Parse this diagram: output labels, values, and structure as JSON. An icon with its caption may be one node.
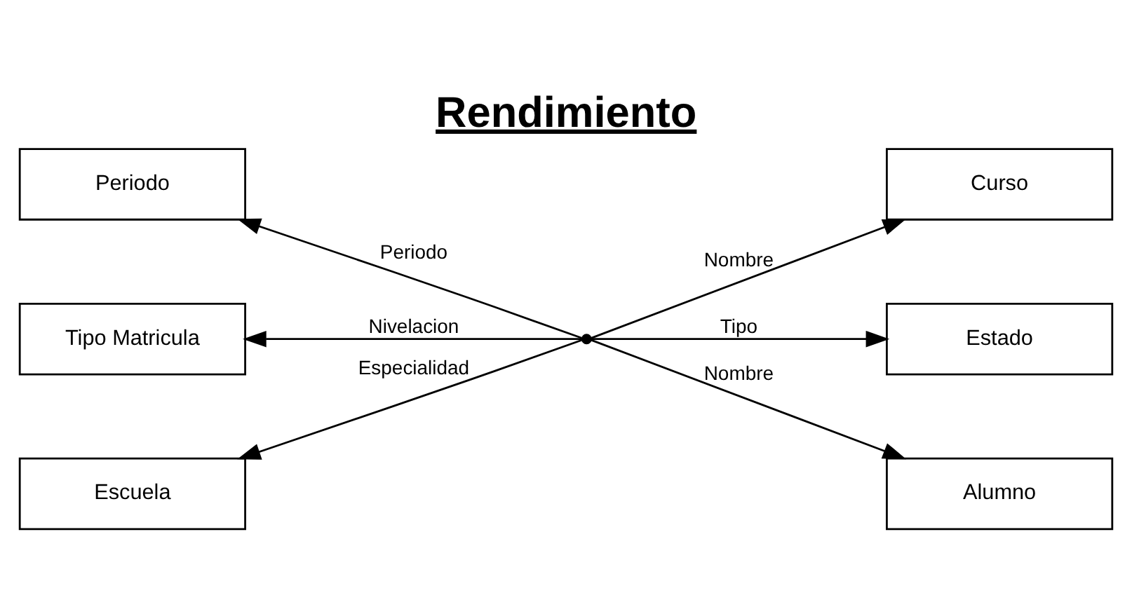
{
  "diagram": {
    "title": "Rendimiento",
    "nodes": [
      {
        "text": [
          "Periodo"
        ]
      },
      {
        "text": [
          "Curso"
        ]
      },
      {
        "text": [
          "Tipo Matricula"
        ]
      },
      {
        "text": [
          "Estado"
        ]
      },
      {
        "text": [
          "Escuela"
        ]
      },
      {
        "text": [
          "Alumno"
        ]
      },
      {
        "text": [],
        "shape": "point"
      }
    ],
    "edges": [
      {
        "from": 6,
        "to": 0,
        "arrow": "to",
        "label": "Periodo"
      },
      {
        "from": 6,
        "to": 1,
        "arrow": "to",
        "label": "Nombre"
      },
      {
        "from": 6,
        "to": 2,
        "arrow": "to",
        "label": "Nivelacion"
      },
      {
        "from": 6,
        "to": 3,
        "arrow": "to",
        "label": "Tipo"
      },
      {
        "from": 6,
        "to": 4,
        "arrow": "to",
        "label": "Especialidad"
      },
      {
        "from": 6,
        "to": 5,
        "arrow": "to",
        "label": "Nombre"
      }
    ]
  }
}
